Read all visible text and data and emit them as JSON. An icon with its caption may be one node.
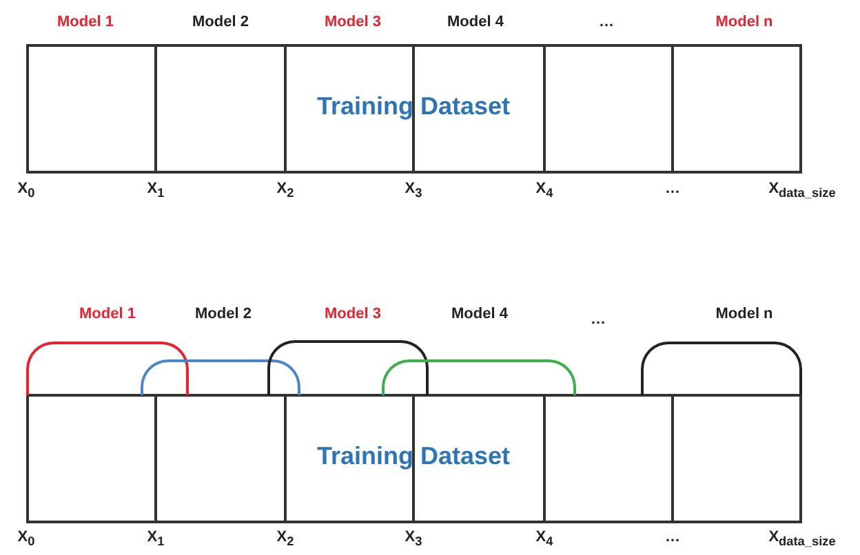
{
  "diagram": {
    "nodes": [
      {
        "text": [
          "Training Dataset"
        ]
      },
      {
        "text": [],
        "shape": "arc"
      },
      {
        "text": [],
        "shape": "arc"
      },
      {
        "text": [],
        "shape": "arc"
      },
      {
        "text": [],
        "shape": "arc"
      },
      {
        "text": [],
        "shape": "arc"
      },
      {
        "text": [
          "Training Dataset"
        ]
      }
    ],
    "labels": [
      "Model 1",
      "Model 2",
      "Model 3",
      "Model 4",
      "…",
      "Model n",
      "X$_{0}$",
      "X$_{1}$",
      "X$_{2}$",
      "X$_{3}$",
      "X$_{4}$",
      "…",
      "X$_{data_size}$",
      "Model 1",
      "Model 2",
      "Model 3",
      "Model 4",
      "…",
      "Model n",
      "X$_{0}$",
      "X$_{1}$",
      "X$_{2}$",
      "X$_{3}$",
      "X$_{4}$",
      "…",
      "X$_{data_size}$"
    ]
  }
}
